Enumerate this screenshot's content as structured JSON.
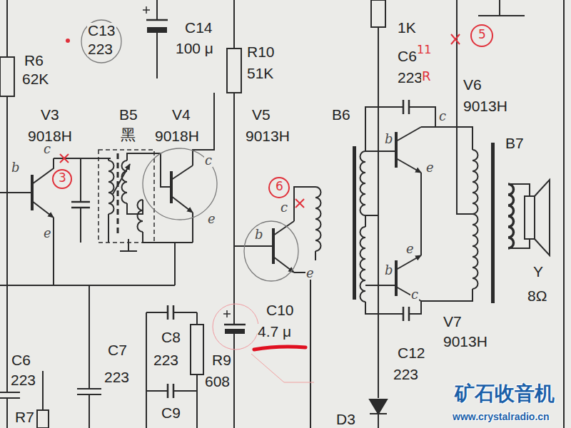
{
  "diagram": {
    "labels": [
      "C13",
      "223",
      "C14",
      "100 μ",
      "R6",
      "62K",
      "R10",
      "51K",
      "1K",
      "C6",
      "11",
      "223",
      "R",
      "V6",
      "9013H",
      "V3",
      "9018H",
      "B5",
      "黑",
      "V4",
      "9018H",
      "V5",
      "9013H",
      "B6",
      "B7",
      "b",
      "c",
      "e",
      "3",
      "c",
      "e",
      "6",
      "c",
      "b",
      "e",
      "5",
      "b",
      "c",
      "e",
      "e",
      "b",
      "c",
      "Y",
      "8Ω",
      "C10",
      "4.7 μ",
      "C12",
      "223",
      "V7",
      "9013H",
      "C6",
      "223",
      "C7",
      "223",
      "C8",
      "223",
      "R9",
      "608",
      "C9",
      "R7",
      "D3",
      "矿石收音机",
      "www.crystalradio.cn"
    ]
  }
}
